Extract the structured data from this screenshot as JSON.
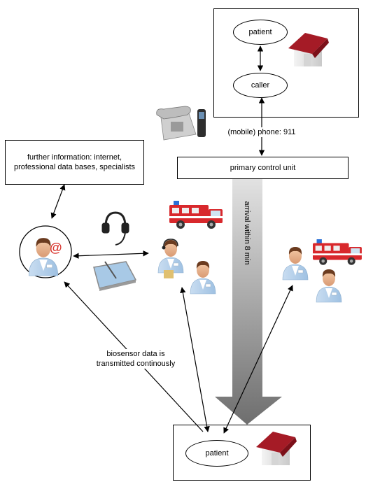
{
  "top_box": {
    "patient_label": "patient",
    "caller_label": "caller"
  },
  "phone_label": "(mobile) phone: 911",
  "further_info_text": "further information: internet, professional  data bases, specialists",
  "primary_control_label": "primary control unit",
  "arrival_label": "arrival within 8 min",
  "biosensor_text": "biosensor data is transmitted continously",
  "bottom_box": {
    "patient_label": "patient"
  },
  "icons": [
    "house-icon",
    "telephone-icon",
    "doctor-email-icon",
    "headset-icon",
    "tablet-icon",
    "ambulance-icon",
    "dispatcher-doctor-icon",
    "paramedic-icon",
    "down-arrow-icon"
  ],
  "colors": {
    "house_roof": "#a51b26",
    "ambulance_red": "#d8282c",
    "doctor_coat": "#b9d3ec",
    "arrow_gray": "#8c8c8c"
  }
}
